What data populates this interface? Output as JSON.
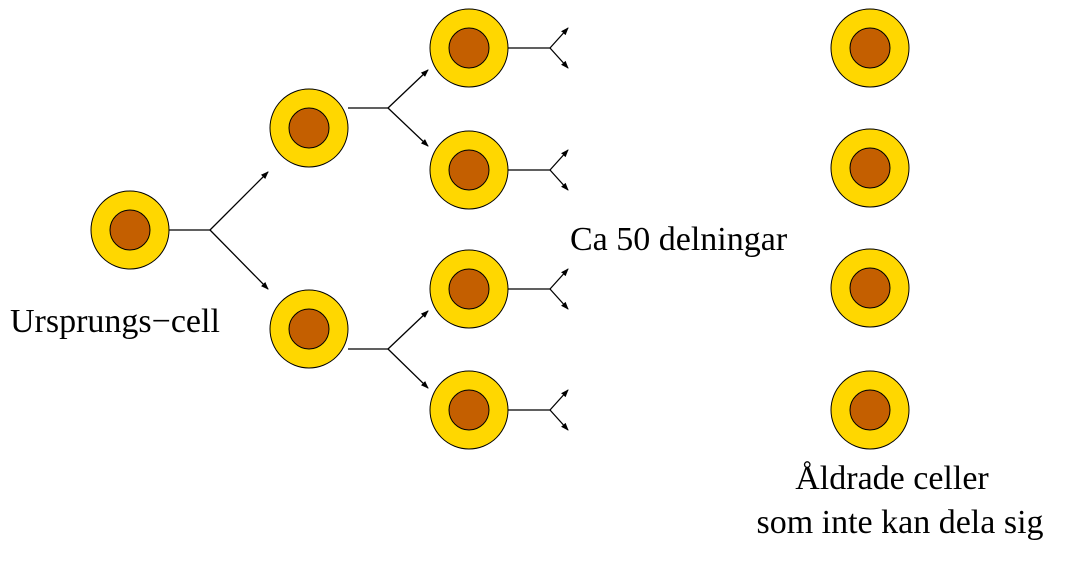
{
  "labels": {
    "origin": "Ursprungs−cell",
    "divisions": "Ca 50 delningar",
    "aged_line1": "Åldrade celler",
    "aged_line2": "som inte kan dela sig"
  },
  "colors": {
    "cytoplasm": "#FFD700",
    "nucleus": "#C45F00",
    "line": "#000000"
  }
}
